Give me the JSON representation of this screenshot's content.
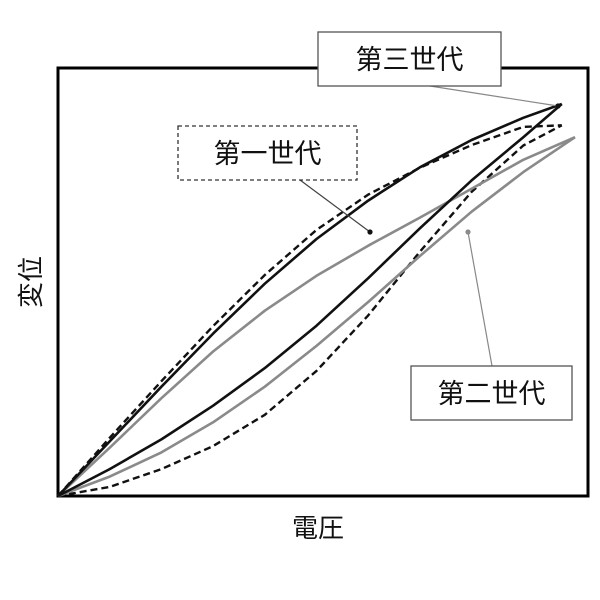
{
  "chart_data": {
    "type": "line",
    "title": "",
    "xlabel": "電圧",
    "ylabel": "変位",
    "xlim": [
      0,
      1
    ],
    "ylim": [
      0,
      1
    ],
    "grid": false,
    "series": [
      {
        "name": "第一世代",
        "style": "dashed",
        "color": "#111111",
        "branches": [
          {
            "x": [
              0,
              0.1,
              0.2,
              0.3,
              0.4,
              0.5,
              0.6,
              0.7,
              0.8,
              0.9,
              0.9745
            ],
            "y": [
              0,
              0.147,
              0.29,
              0.429,
              0.558,
              0.672,
              0.761,
              0.829,
              0.886,
              0.932,
              0.936
            ]
          },
          {
            "x": [
              0,
              0.1,
              0.2,
              0.3,
              0.4,
              0.5,
              0.6,
              0.7,
              0.8,
              0.9,
              0.9745
            ],
            "y": [
              0,
              0.023,
              0.068,
              0.126,
              0.205,
              0.316,
              0.456,
              0.617,
              0.768,
              0.885,
              0.936
            ]
          }
        ]
      },
      {
        "name": "第二世代",
        "style": "solid",
        "color": "#8a8a8a",
        "branches": [
          {
            "x": [
              0,
              0.1,
              0.2,
              0.3,
              0.4,
              0.5,
              0.6,
              0.7,
              0.8,
              0.9,
              1.0
            ],
            "y": [
              0,
              0.122,
              0.247,
              0.365,
              0.468,
              0.556,
              0.632,
              0.703,
              0.776,
              0.849,
              0.906
            ]
          },
          {
            "x": [
              0,
              0.1,
              0.2,
              0.3,
              0.4,
              0.5,
              0.6,
              0.7,
              0.8,
              0.9,
              1.0
            ],
            "y": [
              0,
              0.049,
              0.11,
              0.186,
              0.276,
              0.379,
              0.49,
              0.606,
              0.718,
              0.818,
              0.906
            ]
          }
        ]
      },
      {
        "name": "第三世代",
        "style": "solid",
        "color": "#111111",
        "branches": [
          {
            "x": [
              0,
              0.1,
              0.2,
              0.3,
              0.4,
              0.5,
              0.6,
              0.7,
              0.8,
              0.9,
              0.9745
            ],
            "y": [
              0,
              0.138,
              0.276,
              0.41,
              0.536,
              0.649,
              0.746,
              0.83,
              0.899,
              0.955,
              0.99
            ]
          },
          {
            "x": [
              0,
              0.1,
              0.2,
              0.3,
              0.4,
              0.5,
              0.6,
              0.7,
              0.8,
              0.9,
              0.9745
            ],
            "y": [
              0,
              0.068,
              0.143,
              0.228,
              0.323,
              0.43,
              0.55,
              0.676,
              0.797,
              0.906,
              0.99
            ]
          }
        ]
      }
    ],
    "annotations": [
      {
        "text": "第一世代",
        "series": "第一世代",
        "box": "dashed"
      },
      {
        "text": "第二世代",
        "series": "第二世代",
        "box": "solid"
      },
      {
        "text": "第三世代",
        "series": "第三世代",
        "box": "solid"
      }
    ]
  }
}
